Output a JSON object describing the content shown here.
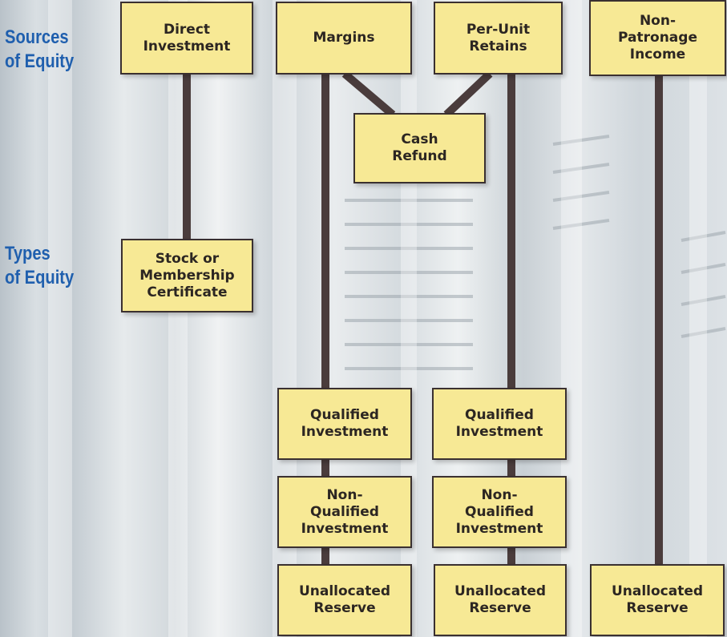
{
  "labels": {
    "sources": [
      "Sources",
      "of Equity"
    ],
    "types": [
      "Types",
      "of Equity"
    ]
  },
  "boxes": {
    "direct_investment": [
      "Direct",
      "Investment"
    ],
    "margins": [
      "Margins"
    ],
    "per_unit_retains": [
      "Per-Unit",
      "Retains"
    ],
    "non_patronage_income": [
      "Non-",
      "Patronage",
      "Income"
    ],
    "cash_refund": [
      "Cash",
      "Refund"
    ],
    "stock_certificate": [
      "Stock or",
      "Membership",
      "Certificate"
    ],
    "qualified_investment_1": [
      "Qualified",
      "Investment"
    ],
    "qualified_investment_2": [
      "Qualified",
      "Investment"
    ],
    "non_qualified_investment_1": [
      "Non-",
      "Qualified",
      "Investment"
    ],
    "non_qualified_investment_2": [
      "Non-",
      "Qualified",
      "Investment"
    ],
    "unallocated_reserve_1": [
      "Unallocated",
      "Reserve"
    ],
    "unallocated_reserve_2": [
      "Unallocated",
      "Reserve"
    ],
    "unallocated_reserve_3": [
      "Unallocated",
      "Reserve"
    ]
  },
  "colors": {
    "box_fill": "#f7e995",
    "box_border": "#3a3030",
    "connector": "#4a3c3c",
    "label_text": "#1f5fae"
  }
}
